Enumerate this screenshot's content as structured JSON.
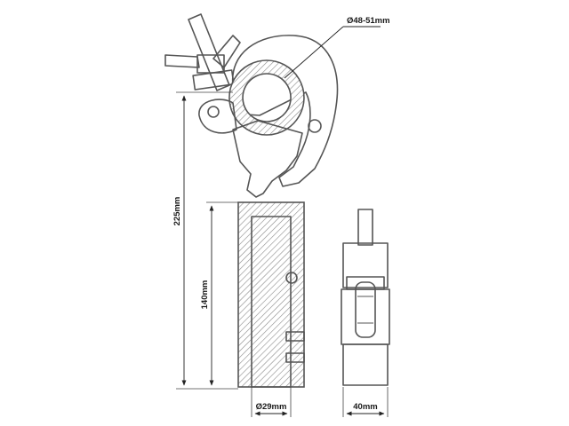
{
  "dimensions": {
    "tube_diameter": "Ø48-51mm",
    "total_height": "225mm",
    "spigot_length": "140mm",
    "spigot_diameter": "Ø29mm",
    "side_width": "40mm"
  },
  "colors": {
    "outline": "#555555",
    "hatch": "#8a8a8a",
    "dimension_line": "#222222"
  }
}
